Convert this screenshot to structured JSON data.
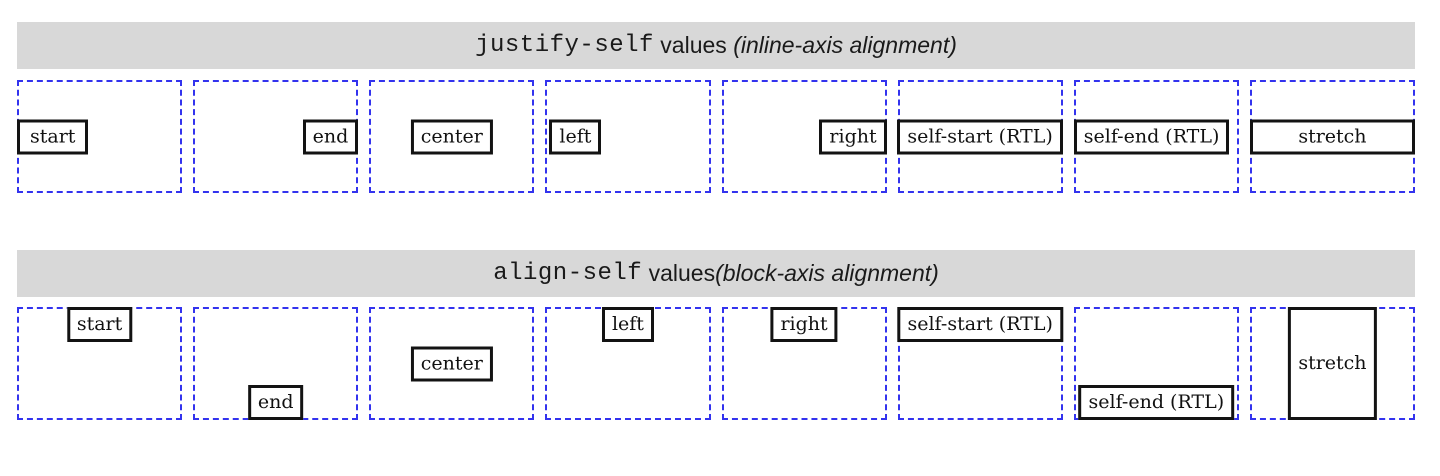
{
  "colors": {
    "header_background": "#d8d8d8",
    "container_dashed_border": "#3333ee",
    "item_border": "#131313"
  },
  "sections": [
    {
      "header": {
        "code": "justify-self",
        "mid": " values ",
        "note": "(inline-axis alignment)"
      },
      "items": [
        {
          "label": "start"
        },
        {
          "label": "end"
        },
        {
          "label": "center"
        },
        {
          "label": "left"
        },
        {
          "label": "right"
        },
        {
          "label": "self-start (RTL)"
        },
        {
          "label": "self-end (RTL)"
        },
        {
          "label": "stretch"
        }
      ]
    },
    {
      "header": {
        "code": "align-self",
        "mid": " values",
        "note": "(block-axis alignment)"
      },
      "items": [
        {
          "label": "start"
        },
        {
          "label": "end"
        },
        {
          "label": "center"
        },
        {
          "label": "left"
        },
        {
          "label": "right"
        },
        {
          "label": "self-start (RTL)"
        },
        {
          "label": "self-end (RTL)"
        },
        {
          "label": "stretch"
        }
      ]
    }
  ]
}
